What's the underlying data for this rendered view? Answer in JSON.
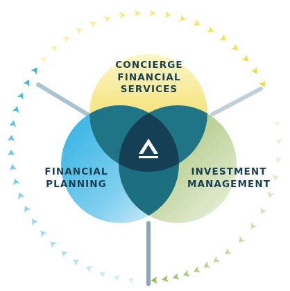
{
  "diagram": {
    "circles": {
      "top": {
        "label": "CONCIERGE\nFINANCIAL\nSERVICES",
        "color": "#f6e47a"
      },
      "left": {
        "label": "FINANCIAL\nPLANNING",
        "color": "#35b7e6"
      },
      "right": {
        "label": "INVESTMENT\nMANAGEMENT",
        "color": "#a9c27c"
      }
    },
    "overlap_color": "#1f7585",
    "center_color": "#143f55",
    "center_icon": "arch-logo-icon",
    "ring_colors": {
      "top_arc": "#f0dc2c",
      "left_arc": "#35b2e2",
      "bottom_right_arc": "#8bbb4e",
      "right_arc": "#c5d8a4"
    },
    "spoke_color": "#9ab6c3"
  }
}
